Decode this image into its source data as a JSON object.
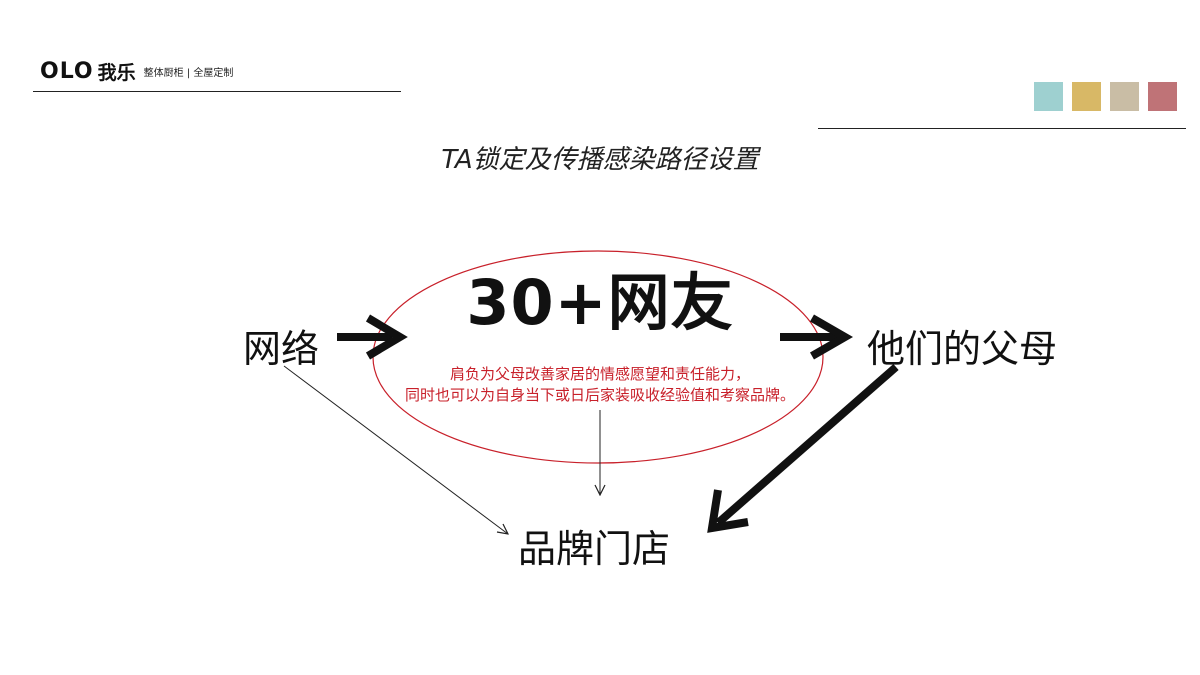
{
  "header": {
    "logo_mark": "OLO",
    "logo_cn": "我乐",
    "tagline": "整体厨柜 | 全屋定制"
  },
  "swatches": [
    "#9ed0d0",
    "#d8b866",
    "#c9bda5",
    "#bf7377"
  ],
  "title": "TA锁定及传播感染路径设置",
  "nodes": {
    "network": "网络",
    "center": "30+网友",
    "parents": "他们的父母",
    "store": "品牌门店"
  },
  "description": [
    "肩负为父母改善家居的情感愿望和责任能力，",
    "同时也可以为自身当下或日后家装吸收经验值和考察品牌。"
  ],
  "colors": {
    "ellipse_stroke": "#c8202a",
    "description_text": "#c8202a",
    "arrow": "#111111"
  }
}
